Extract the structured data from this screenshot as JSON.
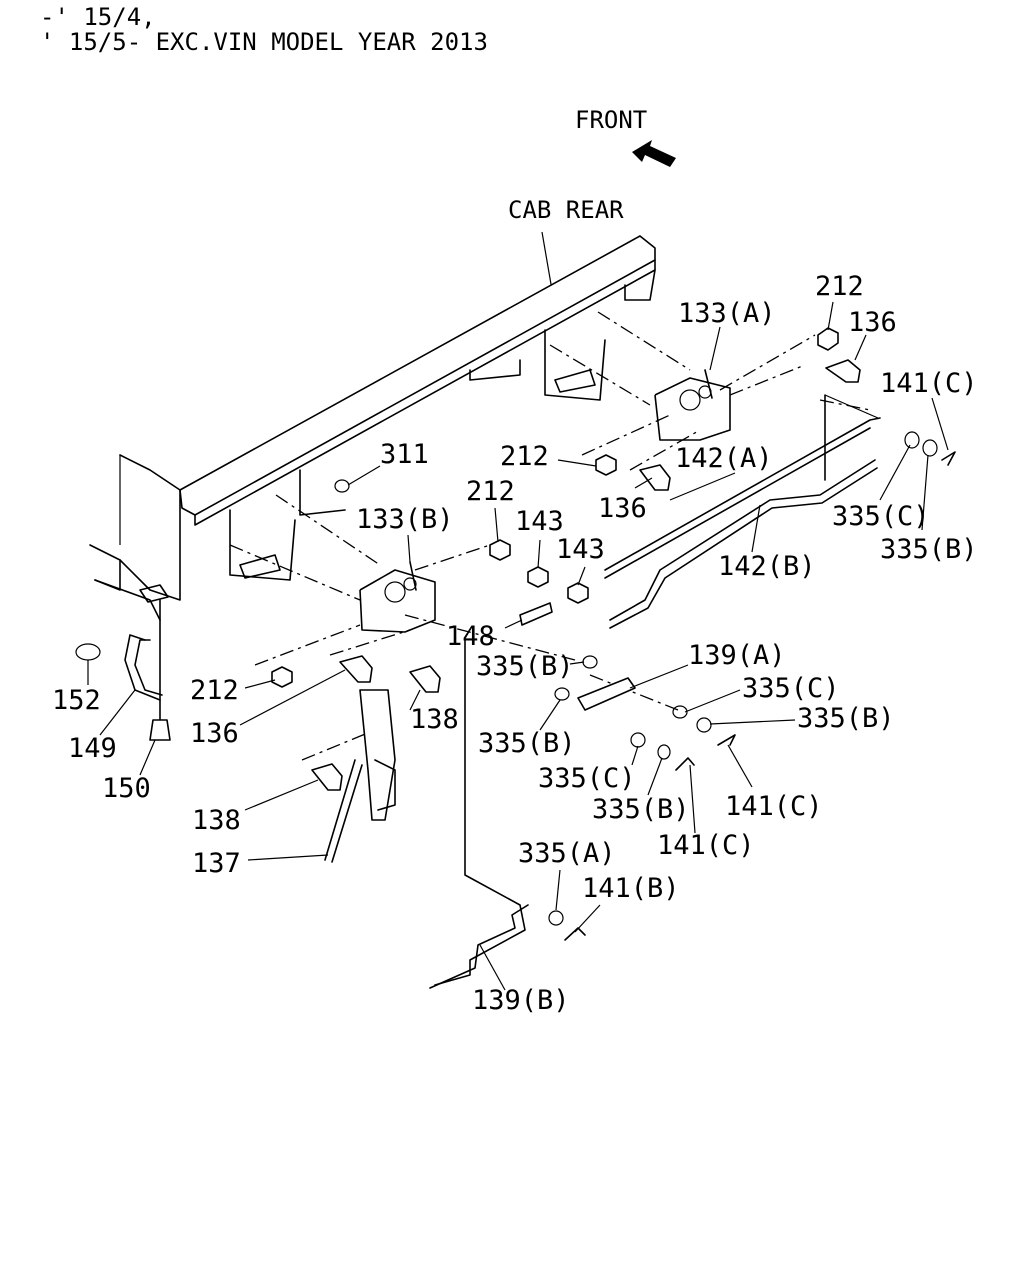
{
  "header": {
    "line1": "-' 15/4,",
    "line2": "' 15/5- EXC.VIN MODEL YEAR 2013"
  },
  "annotations": {
    "front": "FRONT",
    "cab_rear": "CAB REAR"
  },
  "callouts": {
    "p212_top": "212",
    "p136_top": "136",
    "p133a": "133(A)",
    "p141c_top": "141(C)",
    "p311": "311",
    "p212_mid": "212",
    "p142a": "142(A)",
    "p136_mid": "136",
    "p335c_right": "335(C)",
    "p335b_right": "335(B)",
    "p212_left": "212",
    "p133b": "133(B)",
    "p143a": "143",
    "p143b": "143",
    "p142b": "142(B)",
    "p148": "148",
    "p335b_a": "335(B)",
    "p139a": "139(A)",
    "p335c_b": "335(C)",
    "p335b_b": "335(B)",
    "p212_low": "212",
    "p138_a": "138",
    "p136_low": "136",
    "p152": "152",
    "p149": "149",
    "p150": "150",
    "p335b_c": "335(B)",
    "p335c_c": "335(C)",
    "p335b_d": "335(B)",
    "p141c_a": "141(C)",
    "p141c_b": "141(C)",
    "p138_b": "138",
    "p137": "137",
    "p335a": "335(A)",
    "p141b": "141(B)",
    "p139b": "139(B)"
  }
}
